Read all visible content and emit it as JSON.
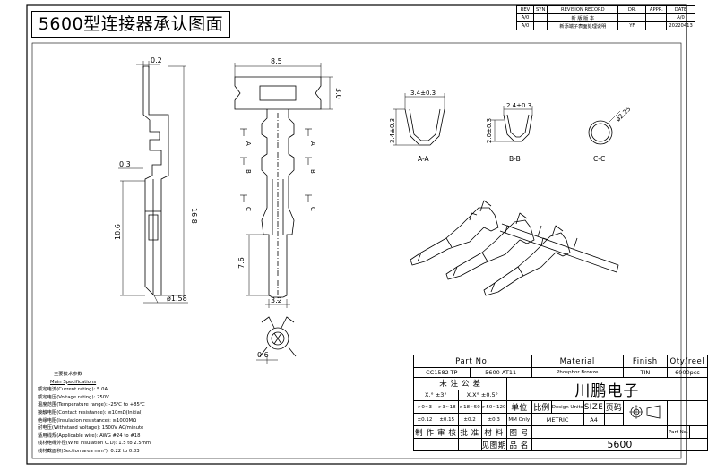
{
  "title": "5600型连接器承认图面",
  "revision_table": {
    "headers": [
      "REV",
      "SYN",
      "REVISION RECORD",
      "DR.",
      "APPR.",
      "DATE"
    ],
    "rows": [
      [
        "A/0",
        "",
        "新 版 版 本",
        "",
        "",
        "A/0"
      ],
      [
        "A/0",
        "",
        "新添端子表面处理说明",
        "YF",
        "",
        "20220413"
      ]
    ]
  },
  "dimensions": {
    "side": {
      "top": "0.2",
      "hook": "0.3",
      "length": "16.8",
      "lower": "10.6",
      "tip": "ø1.58"
    },
    "front": {
      "width": "8.5",
      "height": "3.0",
      "lower": "7.6",
      "bottom": "3.2"
    },
    "end": {
      "size": "0.6"
    },
    "markers": [
      "A",
      "B",
      "C"
    ]
  },
  "sections": {
    "aa": {
      "width": "3.4±0.3",
      "height": "3.4±0.3",
      "label": "A-A"
    },
    "bb": {
      "width": "2.4±0.3",
      "height": "2.0±0.3",
      "label": "B-B"
    },
    "cc": {
      "dia": "ø2.25",
      "label": "C-C"
    }
  },
  "specs": {
    "heading": "主要技术参数",
    "heading_en": "Main Specifications",
    "lines": [
      "额定电流(Current rating): 5.0A",
      "额定电压(Voltage rating): 250V",
      "温度范围(Temperature range): -25℃ to +85℃",
      "接触电阻(Contact resistance): ≤10mΩ(Initial)",
      "绝缘电阻(Insulation resistance): ≥1000MΩ",
      "耐电压(Withstand voltage): 1500V AC/minute",
      "适用线规(Applicable wire): AWG #24 to #18",
      "线材绝缘外径(Wire insulation O.D): 1.5 to 2.5mm",
      "线材截面积(Section area mm²): 0.22 to 0.83"
    ]
  },
  "title_block": {
    "part_no_label": "Part No.",
    "material_label": "Material",
    "finish_label": "Finish",
    "qty_label": "Qty/reel",
    "part_no_1": "CC1582-TP",
    "part_no_2": "5600-AT11",
    "material": "Phosphor Bronze",
    "finish": "TIN",
    "qty": "6000pcs",
    "tolerance_label": "未 注 公 差",
    "tolerance_x0": "X.° ±3°",
    "tolerance_x1": "X.X° ±0.5°",
    "company": "川鹏电子",
    "tol_ranges": [
      ">0~3",
      ">3~18",
      ">18~50",
      ">50~120"
    ],
    "tol_values": [
      "±0.12",
      "±0.15",
      "±0.2",
      "±0.3"
    ],
    "unit_label": "单位",
    "scale_label": "比例",
    "mm_only": "MM Only",
    "design_units": "Design Units",
    "metric": "METRIC",
    "size_label": "SIZE",
    "size_value": "A4",
    "page_label": "页码",
    "roles": [
      "制 作",
      "审 核",
      "批 准",
      "材 料",
      "图 号"
    ],
    "part_no_small": "Part No.",
    "drawing_label": "见图期",
    "product_label": "品 名",
    "product_value": "5600"
  }
}
